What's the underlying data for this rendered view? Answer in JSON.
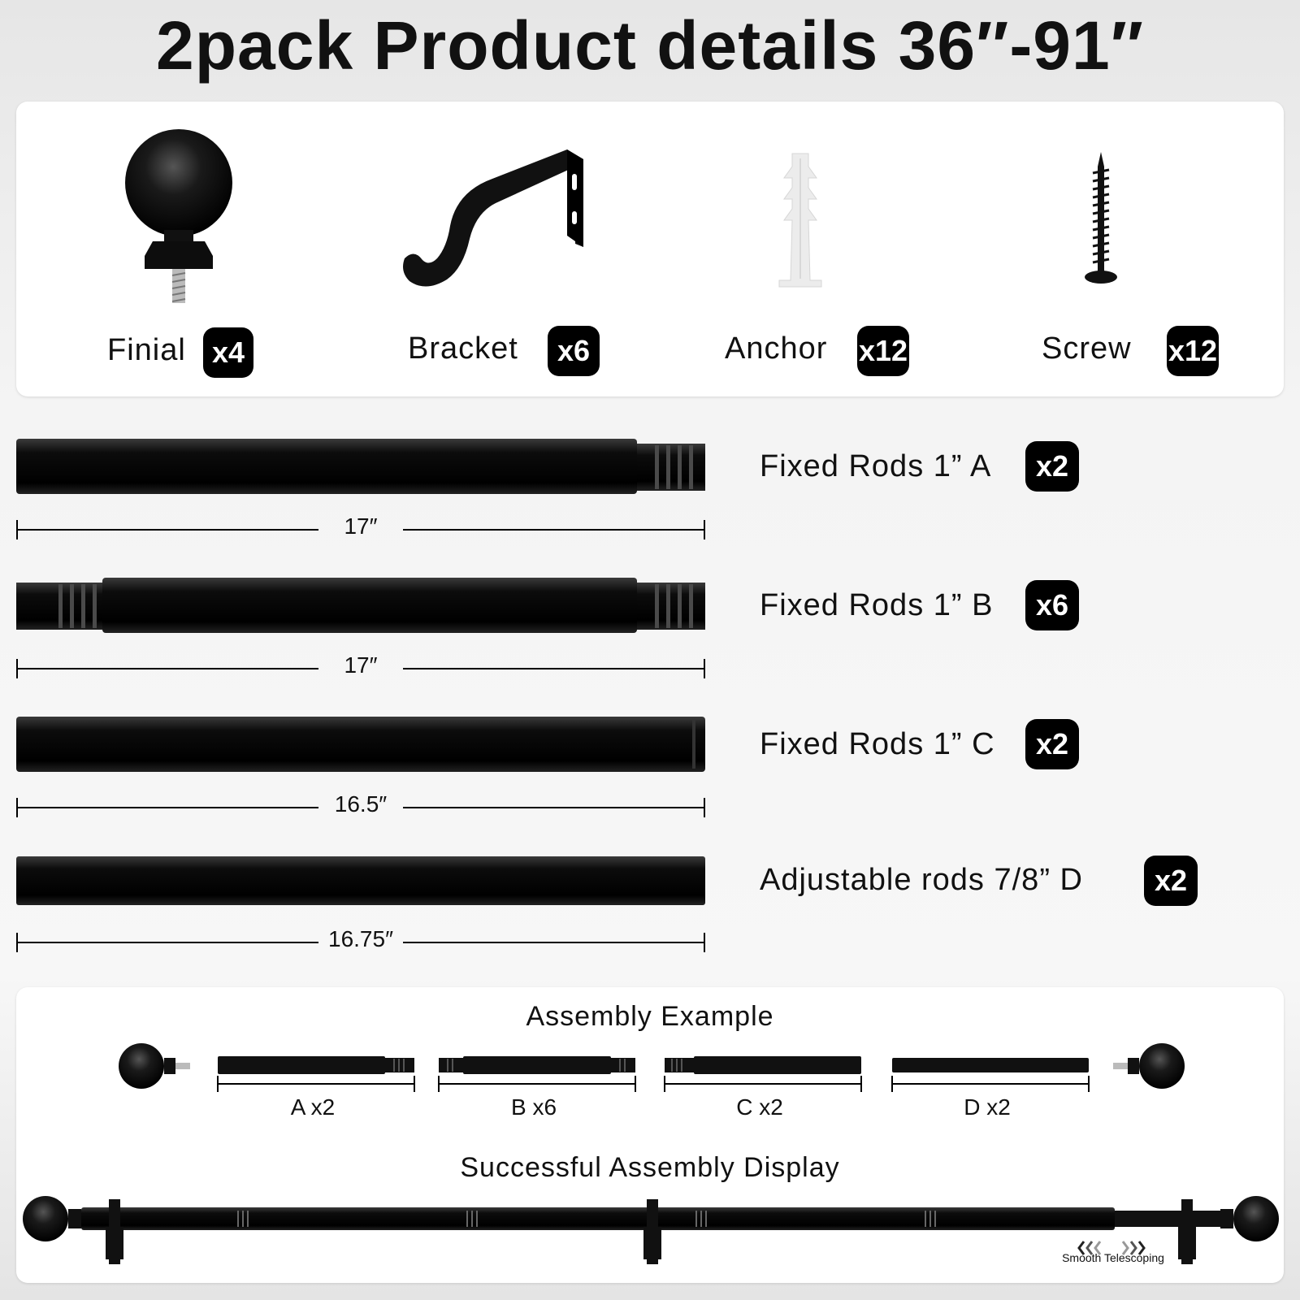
{
  "title": "2pack Product details 36″-91″",
  "parts": [
    {
      "label": "Finial",
      "qty": "x4",
      "icon": "finial-icon"
    },
    {
      "label": "Bracket",
      "qty": "x6",
      "icon": "bracket-icon"
    },
    {
      "label": "Anchor",
      "qty": "x12",
      "icon": "anchor-icon"
    },
    {
      "label": "Screw",
      "qty": "x12",
      "icon": "screw-icon"
    }
  ],
  "rods": [
    {
      "label": "Fixed Rods 1” A",
      "qty": "x2",
      "length": "17″"
    },
    {
      "label": "Fixed Rods 1” B",
      "qty": "x6",
      "length": "17″"
    },
    {
      "label": "Fixed Rods 1” C",
      "qty": "x2",
      "length": "16.5″"
    },
    {
      "label": "Adjustable rods 7/8” D",
      "qty": "x2",
      "length": "16.75″"
    }
  ],
  "assembly": {
    "title": "Assembly Example",
    "pieces": [
      "A x2",
      "B x6",
      "C x2",
      "D x2"
    ],
    "display_title": "Successful Assembly Display",
    "telescoping": "Smooth Telescoping"
  },
  "colors": {
    "rod": "#111111",
    "badge": "#000000",
    "card": "#ffffff"
  }
}
